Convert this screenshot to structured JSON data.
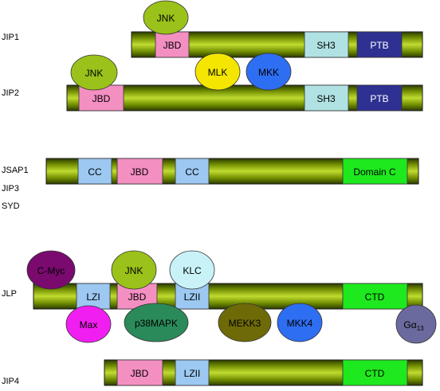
{
  "colors": {
    "bar_dark": "#2a3a00",
    "bar_mid": "#5f7a00",
    "bar_light": "#b8d62a",
    "jbd": "#f48fc2",
    "sh3": "#b0e2e4",
    "ptb": "#2e3192",
    "cc": "#9cc8f2",
    "lzi": "#9cc8f2",
    "domain_c": "#1ee81e",
    "ctd": "#1ee81e",
    "jnk": "#9ac21a",
    "mlk": "#f4e600",
    "mkk": "#2e6ef2",
    "cmyc": "#7a0a6e",
    "max": "#f01ef0",
    "klc": "#c8f2f8",
    "p38": "#2a8a5a",
    "mekk3": "#6e6a08",
    "mkk4": "#2e6ef2",
    "galpha": "#6a6a9e"
  },
  "labels": {
    "jip1": "JIP1",
    "jip2": "JIP2",
    "jsap1": "JSAP1",
    "jip3": "JIP3",
    "syd": "SYD",
    "jlp": "JLP",
    "jip4": "JIP4"
  },
  "domains": {
    "jbd": "JBD",
    "sh3": "SH3",
    "ptb": "PTB",
    "cc": "CC",
    "domain_c": "Domain C",
    "lzi": "LZI",
    "lzii": "LZII",
    "ctd": "CTD"
  },
  "partners": {
    "jnk": "JNK",
    "mlk": "MLK",
    "mkk": "MKK",
    "cmyc": "C-Myc",
    "max": "Max",
    "klc": "KLC",
    "p38": "p38MAPK",
    "mekk3": "MEKK3",
    "mkk4": "MKK4",
    "galpha_main": "Gα",
    "galpha_sub": "13"
  }
}
